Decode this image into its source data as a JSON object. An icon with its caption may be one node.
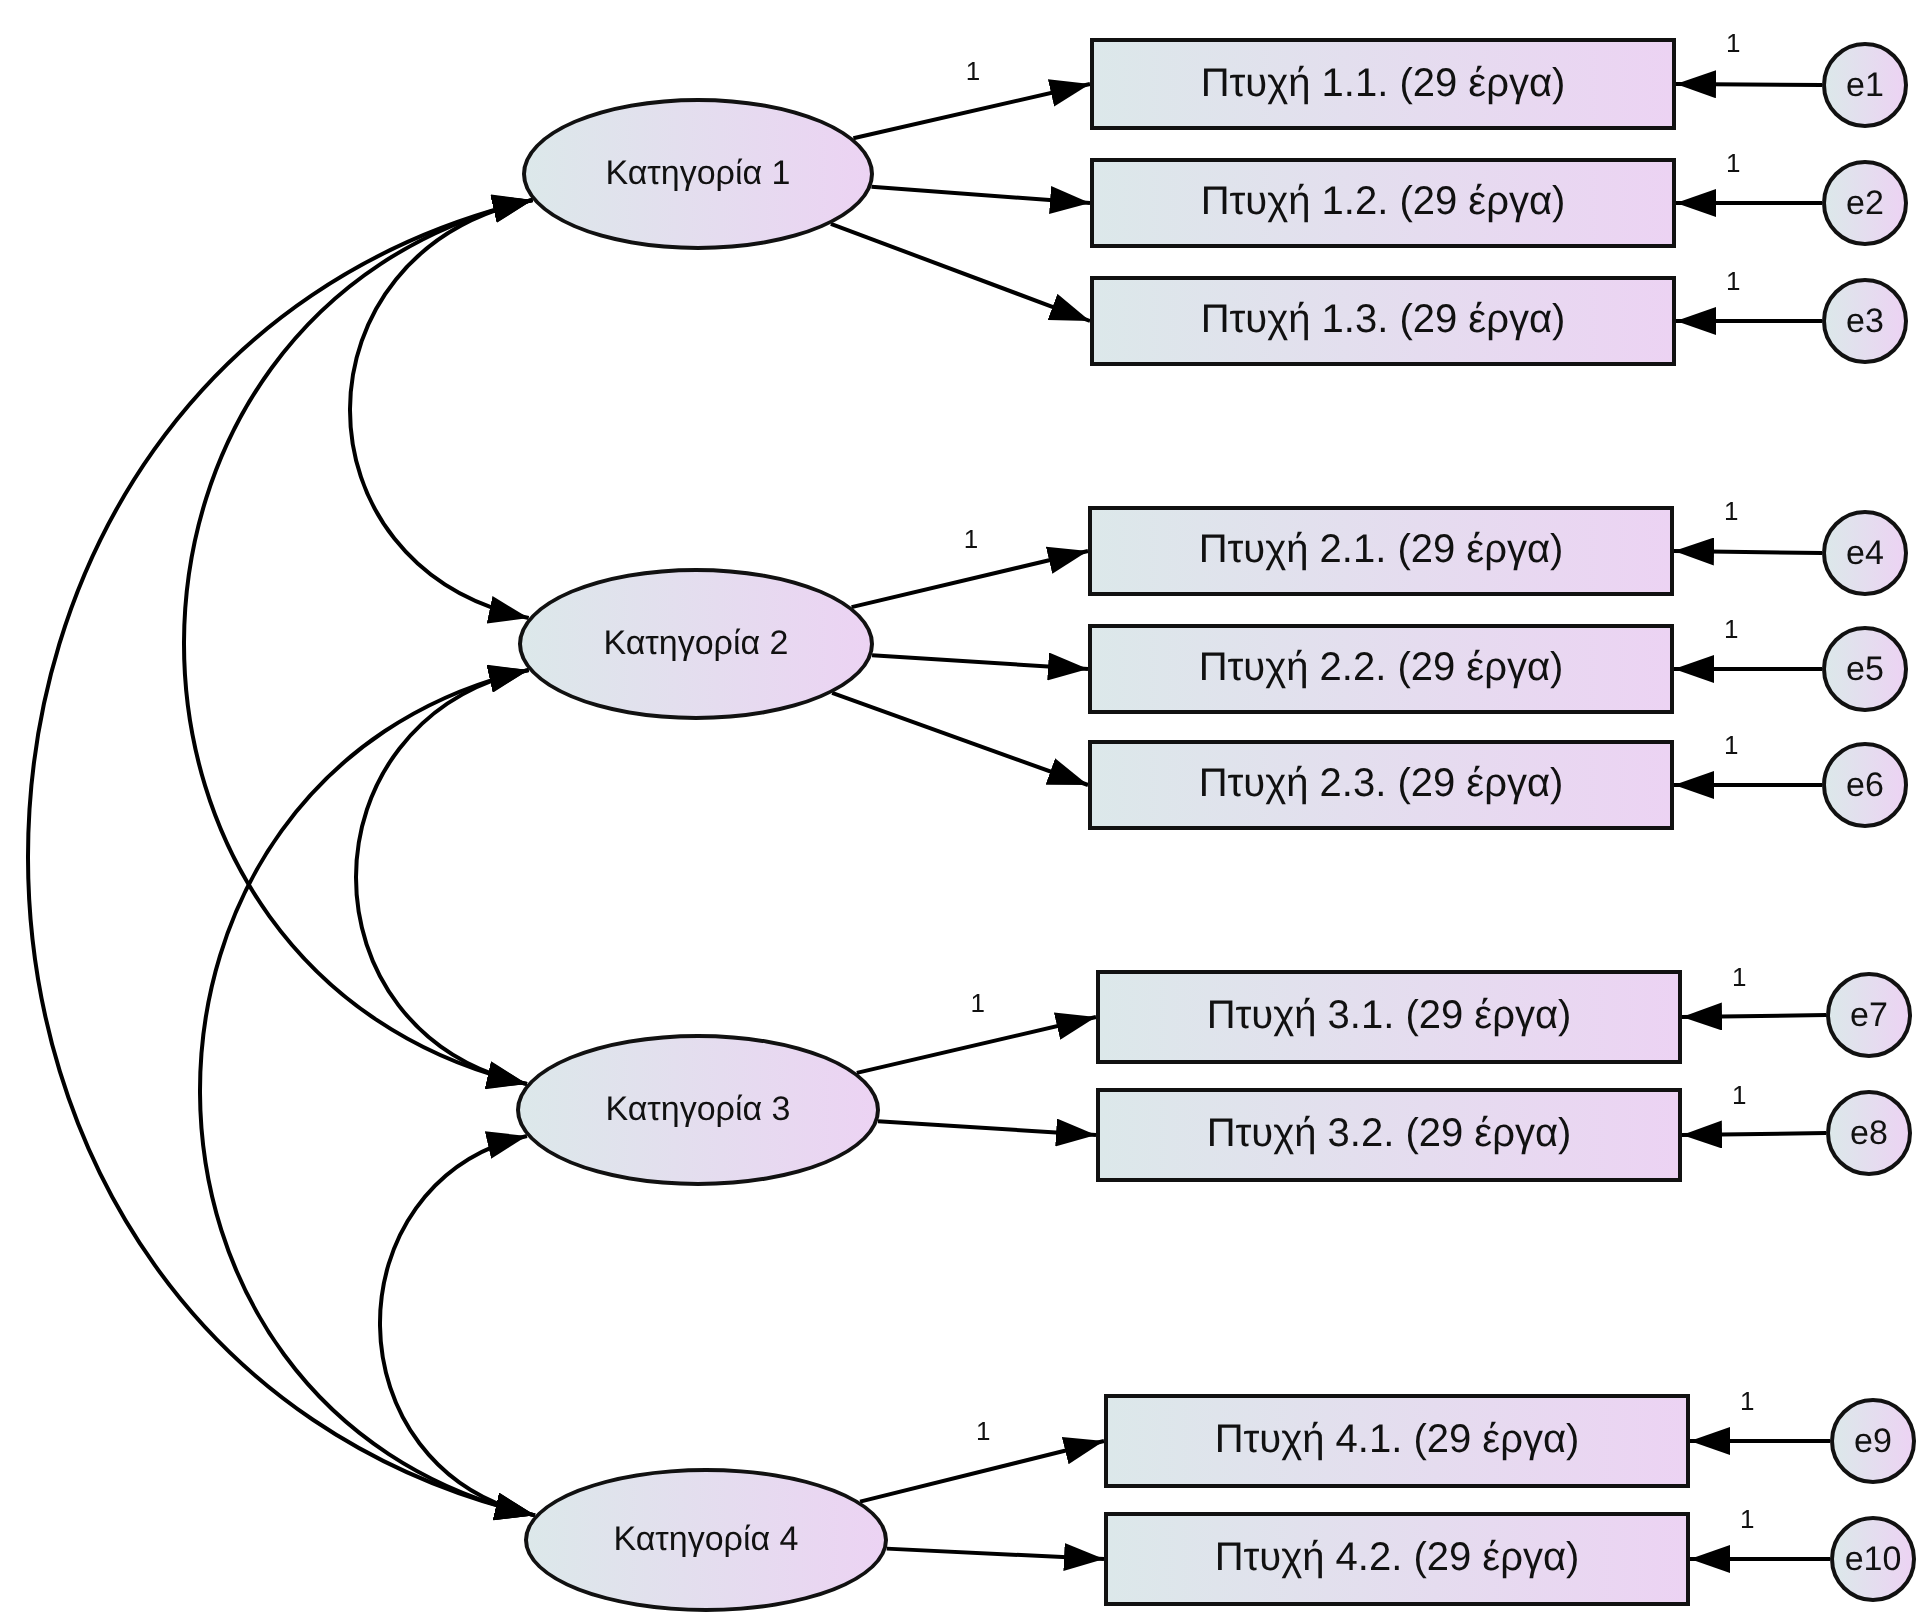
{
  "diagram": {
    "nodes": [
      {
        "text": [
          "Κατηγορία 1"
        ]
      },
      {
        "text": [
          "Κατηγορία 2"
        ]
      },
      {
        "text": [
          "Κατηγορία 3"
        ]
      },
      {
        "text": [
          "Κατηγορία 4"
        ]
      },
      {
        "text": [
          "Πτυχή 1.1. (29 έργα)"
        ]
      },
      {
        "text": [
          "Πτυχή 1.2. (29 έργα)"
        ]
      },
      {
        "text": [
          "Πτυχή 1.3. (29 έργα)"
        ]
      },
      {
        "text": [
          "Πτυχή 2.1. (29 έργα)"
        ]
      },
      {
        "text": [
          "Πτυχή 2.2. (29 έργα)"
        ]
      },
      {
        "text": [
          "Πτυχή 2.3. (29 έργα)"
        ]
      },
      {
        "text": [
          "Πτυχή 3.1. (29 έργα)"
        ]
      },
      {
        "text": [
          "Πτυχή 3.2. (29 έργα)"
        ]
      },
      {
        "text": [
          "Πτυχή 4.1. (29 έργα)"
        ]
      },
      {
        "text": [
          "Πτυχή 4.2. (29 έργα)"
        ]
      },
      {
        "text": [
          "e1"
        ]
      },
      {
        "text": [
          "e2"
        ]
      },
      {
        "text": [
          "e3"
        ]
      },
      {
        "text": [
          "e4"
        ]
      },
      {
        "text": [
          "e5"
        ]
      },
      {
        "text": [
          "e6"
        ]
      },
      {
        "text": [
          "e7"
        ]
      },
      {
        "text": [
          "e8"
        ]
      },
      {
        "text": [
          "e9"
        ]
      },
      {
        "text": [
          "e10"
        ]
      }
    ],
    "edges": [
      {
        "from": 0,
        "to": 4,
        "arrow": "to",
        "label": "1"
      },
      {
        "from": 0,
        "to": 5,
        "arrow": "to"
      },
      {
        "from": 0,
        "to": 6,
        "arrow": "to"
      },
      {
        "from": 1,
        "to": 7,
        "arrow": "to",
        "label": "1"
      },
      {
        "from": 1,
        "to": 8,
        "arrow": "to"
      },
      {
        "from": 1,
        "to": 9,
        "arrow": "to"
      },
      {
        "from": 2,
        "to": 10,
        "arrow": "to",
        "label": "1"
      },
      {
        "from": 2,
        "to": 11,
        "arrow": "to"
      },
      {
        "from": 3,
        "to": 12,
        "arrow": "to",
        "label": "1"
      },
      {
        "from": 3,
        "to": 13,
        "arrow": "to"
      },
      {
        "from": 14,
        "to": 4,
        "arrow": "to",
        "label": "1"
      },
      {
        "from": 15,
        "to": 5,
        "arrow": "to",
        "label": "1"
      },
      {
        "from": 16,
        "to": 6,
        "arrow": "to",
        "label": "1"
      },
      {
        "from": 17,
        "to": 7,
        "arrow": "to",
        "label": "1"
      },
      {
        "from": 18,
        "to": 8,
        "arrow": "to",
        "label": "1"
      },
      {
        "from": 19,
        "to": 9,
        "arrow": "to",
        "label": "1"
      },
      {
        "from": 20,
        "to": 10,
        "arrow": "to",
        "label": "1"
      },
      {
        "from": 21,
        "to": 11,
        "arrow": "to",
        "label": "1"
      },
      {
        "from": 22,
        "to": 12,
        "arrow": "to",
        "label": "1"
      },
      {
        "from": 23,
        "to": 13,
        "arrow": "to",
        "label": "1"
      },
      {
        "from": 0,
        "to": 1,
        "arrow": "both"
      },
      {
        "from": 0,
        "to": 2,
        "arrow": "both"
      },
      {
        "from": 0,
        "to": 3,
        "arrow": "both"
      },
      {
        "from": 1,
        "to": 2,
        "arrow": "both"
      },
      {
        "from": 1,
        "to": 3,
        "arrow": "both"
      },
      {
        "from": 2,
        "to": 3,
        "arrow": "both"
      }
    ]
  }
}
